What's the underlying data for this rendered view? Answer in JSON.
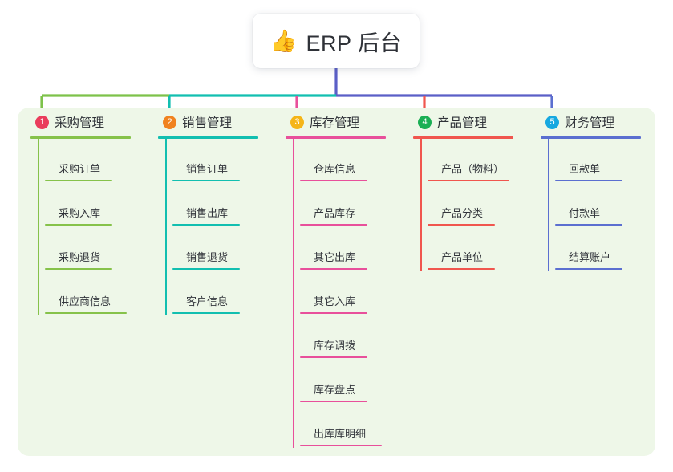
{
  "root": {
    "icon": "thumbs-up-icon",
    "emoji": "👍",
    "title": "ERP 后台"
  },
  "panel": {
    "background": "#eef7e8"
  },
  "connector_colors": {
    "trunk": "#5b5fc7",
    "segment_1": "#7dc24a",
    "segment_2": "#12bfb0",
    "segment_3": "#5b5fc7",
    "segment_4": "#5b5fc7",
    "segment_5": "#5b5fc7",
    "drop_1": "#7dc24a",
    "drop_2": "#12bfb0",
    "drop_3": "#e8509b",
    "drop_4": "#f0564e",
    "drop_5": "#5b6fd0"
  },
  "columns": [
    {
      "number": "1",
      "title": "采购管理",
      "badge_color": "#ea3d5c",
      "accent": "#86c24a",
      "items": [
        {
          "label": "采购订单"
        },
        {
          "label": "采购入库"
        },
        {
          "label": "采购退货"
        },
        {
          "label": "供应商信息"
        }
      ]
    },
    {
      "number": "2",
      "title": "销售管理",
      "badge_color": "#f0821f",
      "accent": "#12bfb0",
      "items": [
        {
          "label": "销售订单"
        },
        {
          "label": "销售出库"
        },
        {
          "label": "销售退货"
        },
        {
          "label": "客户信息"
        }
      ]
    },
    {
      "number": "3",
      "title": "库存管理",
      "badge_color": "#f5b518",
      "accent": "#e8509b",
      "items": [
        {
          "label": "仓库信息"
        },
        {
          "label": "产品库存"
        },
        {
          "label": "其它出库"
        },
        {
          "label": "其它入库"
        },
        {
          "label": "库存调拨"
        },
        {
          "label": "库存盘点"
        },
        {
          "label": "出库库明细"
        }
      ]
    },
    {
      "number": "4",
      "title": "产品管理",
      "badge_color": "#1aaf54",
      "accent": "#f0564e",
      "items": [
        {
          "label": "产品（物料）"
        },
        {
          "label": "产品分类"
        },
        {
          "label": "产品单位"
        }
      ]
    },
    {
      "number": "5",
      "title": "财务管理",
      "badge_color": "#16a8e0",
      "accent": "#5b6fd0",
      "items": [
        {
          "label": "回款单"
        },
        {
          "label": "付款单"
        },
        {
          "label": "结算账户"
        }
      ]
    }
  ]
}
